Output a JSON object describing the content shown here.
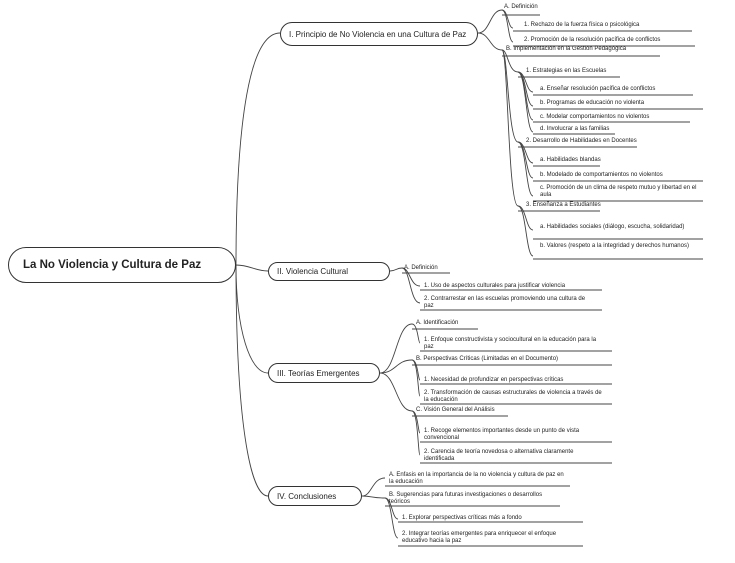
{
  "central": "La No Violencia y Cultura de Paz",
  "branches": [
    {
      "title": "I. Principio de No Violencia en una Cultura de Paz",
      "nodes": [
        "A. Definición",
        "1. Rechazo de la fuerza física o psicológica",
        "2. Promoción de la resolución pacífica de conflictos",
        "B. Implementación en la Gestión Pedagógica",
        "1. Estrategias en las Escuelas",
        "a. Enseñar resolución pacífica de conflictos",
        "b. Programas de educación no violenta",
        "c. Modelar comportamientos no violentos",
        "d. Involucrar a las familias",
        "2. Desarrollo de Habilidades en Docentes",
        "a. Habilidades blandas",
        "b. Modelado de comportamientos no violentos",
        "c. Promoción de un clima de respeto mutuo y libertad en el aula",
        "3. Enseñanza a Estudiantes",
        "a. Habilidades sociales (diálogo, escucha, solidaridad)",
        "b. Valores (respeto a la integridad y derechos humanos)"
      ]
    },
    {
      "title": "II. Violencia Cultural",
      "nodes": [
        "A. Definición",
        "1. Uso de aspectos culturales para justificar violencia",
        "2. Contrarrestar en las escuelas promoviendo una cultura de paz"
      ]
    },
    {
      "title": "III. Teorías Emergentes",
      "nodes": [
        "A. Identificación",
        "1. Enfoque constructivista y sociocultural en la educación para la paz",
        "B. Perspectivas Críticas (Limitadas en el Documento)",
        "1. Necesidad de profundizar en perspectivas críticas",
        "2. Transformación de causas estructurales de violencia a través de la educación",
        "C. Visión General del Análisis",
        "1. Recoge elementos importantes desde un punto de vista convencional",
        "2. Carencia de teoría novedosa o alternativa claramente identificada"
      ]
    },
    {
      "title": "IV. Conclusiones",
      "nodes": [
        "A. Enfasis en la importancia de la no violencia y cultura de paz en la educación",
        "B. Sugerencias para futuras investigaciones o desarrollos teóricos",
        "1. Explorar perspectivas críticas más a fondo",
        "2. Integrar teorías emergentes para enriquecer el enfoque educativo hacia la paz"
      ]
    }
  ]
}
